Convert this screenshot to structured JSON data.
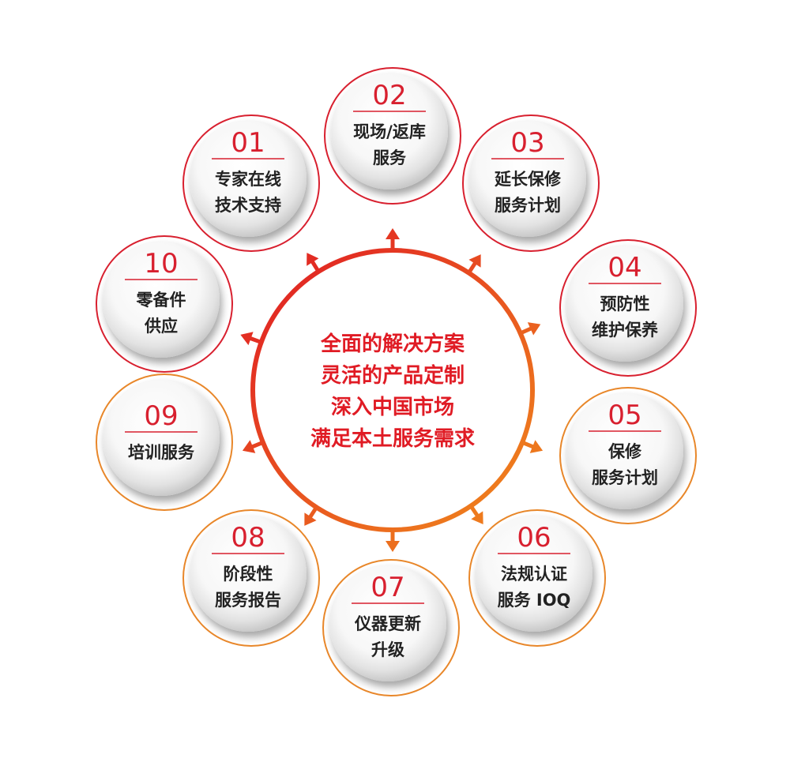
{
  "center": {
    "lines": [
      "全面的解决方案",
      "灵活的产品定制",
      "深入中国市场",
      "满足本土服务需求"
    ]
  },
  "services": [
    {
      "number": "01",
      "lines": [
        "专家在线",
        "技术支持"
      ],
      "color": "#d8202f"
    },
    {
      "number": "02",
      "lines": [
        "现场/返库",
        "服务"
      ],
      "color": "#d8202f"
    },
    {
      "number": "03",
      "lines": [
        "延长保修",
        "服务计划"
      ],
      "color": "#d8202f"
    },
    {
      "number": "04",
      "lines": [
        "预防性",
        "维护保养"
      ],
      "color": "#d8202f"
    },
    {
      "number": "05",
      "lines": [
        "保修",
        "服务计划"
      ],
      "color": "#d8202f"
    },
    {
      "number": "06",
      "lines": [
        "法规认证",
        "服务 IOQ"
      ],
      "color": "#d8202f"
    },
    {
      "number": "07",
      "lines": [
        "仪器更新",
        "升级"
      ],
      "color": "#d8202f"
    },
    {
      "number": "08",
      "lines": [
        "阶段性",
        "服务报告"
      ],
      "color": "#d8202f"
    },
    {
      "number": "09",
      "lines": [
        "培训服务"
      ],
      "color": "#d8202f"
    },
    {
      "number": "10",
      "lines": [
        "零备件",
        "供应"
      ],
      "color": "#d8202f"
    }
  ],
  "colors": {
    "ring_start": "#e01b24",
    "ring_end": "#f08a1c",
    "outline_red": "#d8202f",
    "outline_orange": "#e8872a",
    "center_text": "#e01b24",
    "label_text": "#222222"
  }
}
